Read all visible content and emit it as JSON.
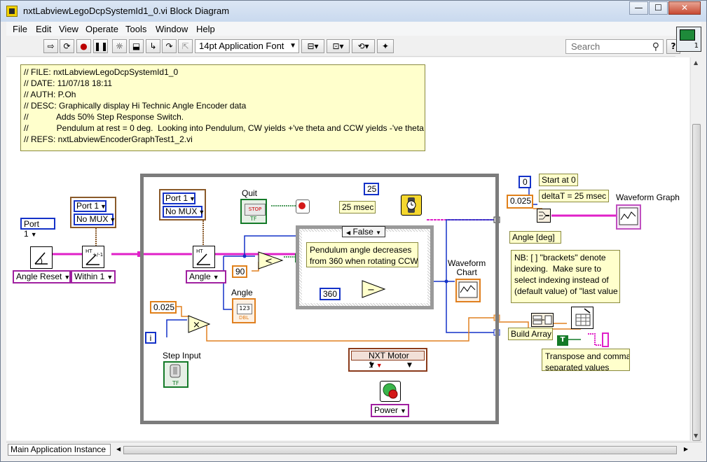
{
  "window": {
    "title": "nxtLabviewLegoDcpSystemId1_0.vi Block Diagram",
    "controls": {
      "minimize": "—",
      "maximize": "☐",
      "close": "✕"
    }
  },
  "menu": [
    "File",
    "Edit",
    "View",
    "Operate",
    "Tools",
    "Window",
    "Help"
  ],
  "toolbar": {
    "font_select": "14pt Application Font",
    "search_placeholder": "Search",
    "help": "?",
    "icon_number": "1"
  },
  "comment_main": "// FILE: nxtLabviewLegoDcpSystemId1_0\n// DATE: 11/07/18 18:11\n// AUTH: P.Oh\n// DESC: Graphically display Hi Technic Angle Encoder data\n//            Adds 50% Step Response Switch.\n//            Pendulum at rest = 0 deg.  Looking into Pendulum, CW yields +'ve theta and CCW yields -'ve theta\n// REFS: nxtLabviewEncoderGraphTest1_2.vi",
  "diagram": {
    "port_left": "Port 1",
    "port_mid": "Port 1",
    "mux_mid": "No MUX",
    "port_loop": "Port 1",
    "mux_loop": "No MUX",
    "angle_reset": "Angle Reset",
    "within": "Within 1",
    "angle_ring": "Angle",
    "quit_label": "Quit",
    "stop_text": "STOP",
    "tf_text": "TF",
    "wait_value": "25",
    "wait_label": "25 msec",
    "const_90": "90",
    "angle_label": "Angle",
    "angle_ind": "123",
    "dbl_text": "DBL",
    "case_value": "False",
    "case_comment": "Pendulum angle decreases\nfrom 360 when rotating CCW",
    "const_360": "360",
    "chart_label": "Waveform\nChart",
    "const_0025": "0.025",
    "i_const": "i",
    "step_label": "Step Input",
    "motor": "NXT Motor 1",
    "power": "Power",
    "start_val": "0",
    "start_label": "Start at 0",
    "dt_val": "0.025",
    "dt_label": "deltaT = 25 msec",
    "angle_deg": "Angle [deg]",
    "graph_label": "Waveform Graph",
    "nb_comment": "NB: [ ] \"brackets\" denote\nindexing.  Make sure to\nselect indexing instead of\n(default value) of \"last value",
    "build_array": "Build Array",
    "t_const": "T",
    "transpose_comment": "Transpose and comma\nseparated values"
  },
  "status": {
    "instance": "Main Application Instance"
  },
  "colors": {
    "wire_pink": "#e020c8",
    "wire_orange": "#e08020",
    "wire_blue": "#1432c8",
    "wire_green": "#147a28"
  }
}
